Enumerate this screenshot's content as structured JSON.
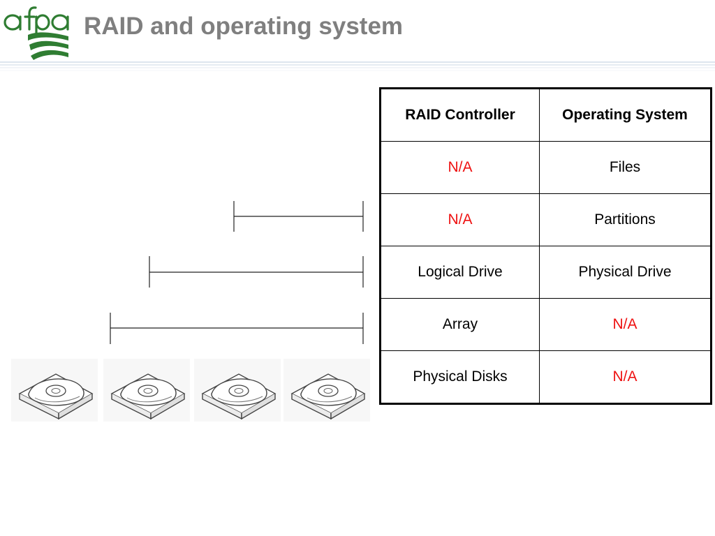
{
  "slide": {
    "title": "RAID and operating system",
    "logo": {
      "text": "afpa",
      "icon": "afpa-logo-icon"
    }
  },
  "colors": {
    "title": "#7f7f7f",
    "na_text": "#ee1111",
    "logo_green": "#2f7d32"
  },
  "table": {
    "headers": [
      "RAID Controller",
      "Operating System"
    ],
    "rows": [
      [
        "N/A",
        "Files"
      ],
      [
        "N/A",
        "Partitions"
      ],
      [
        "Logical Drive",
        "Physical Drive"
      ],
      [
        "Array",
        "N/A"
      ],
      [
        "Physical Disks",
        "N/A"
      ]
    ]
  },
  "diagram": {
    "bracket_count": 3,
    "disk_count": 4,
    "disk_icon": "hard-disk-icon"
  }
}
